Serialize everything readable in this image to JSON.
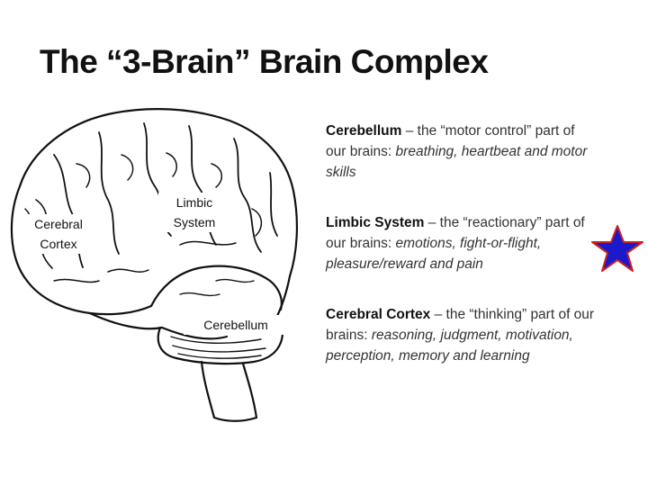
{
  "slide": {
    "title": "The “3-Brain” Brain Complex"
  },
  "brain_labels": {
    "cortex_line1": "Cerebral",
    "cortex_line2": "Cortex",
    "limbic_line1": "Limbic",
    "limbic_line2": "System",
    "cerebellum": "Cerebellum"
  },
  "descriptions": [
    {
      "term": "Cerebellum",
      "desc": " – the “motor control” part of our brains: ",
      "examples": "breathing, heartbeat and motor skills"
    },
    {
      "term": "Limbic System",
      "desc": " – the “reactionary” part of our brains: ",
      "examples": "emotions, fight-or-flight, pleasure/reward and pain"
    },
    {
      "term": "Cerebral Cortex",
      "desc": " – the “thinking” part of our brains: ",
      "examples": "reasoning, judgment, motivation, perception, memory and learning"
    }
  ],
  "colors": {
    "star_fill": "#1a1acc",
    "star_stroke": "#cc2222"
  },
  "icons": {
    "marker": "star-icon"
  }
}
